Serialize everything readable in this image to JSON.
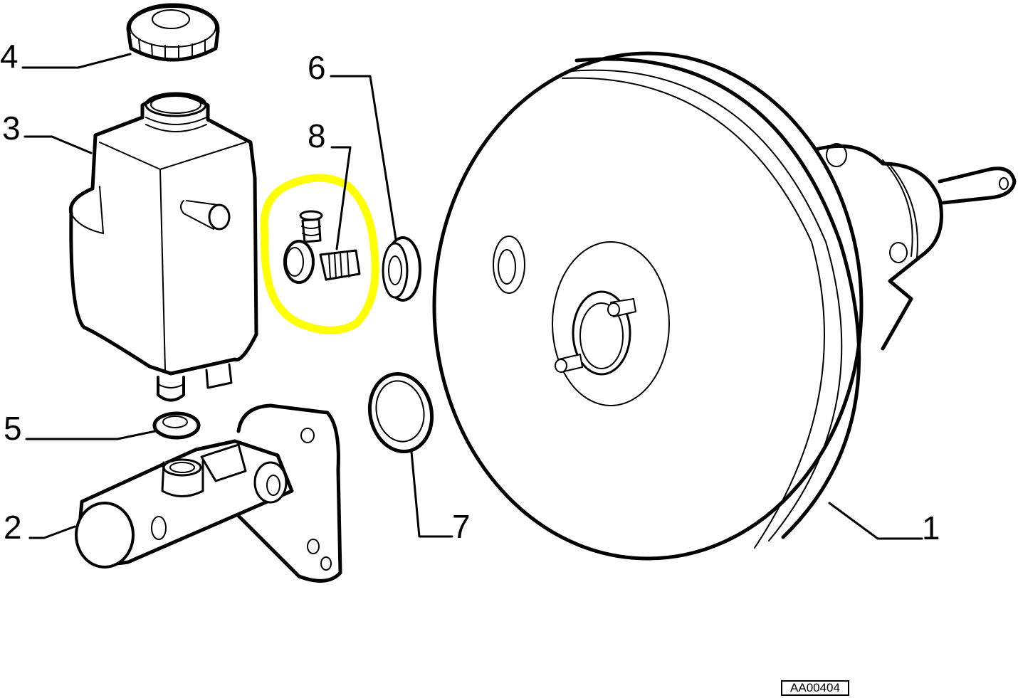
{
  "diagram": {
    "title": "Brake master cylinder and servo booster exploded view",
    "reference_code": "AA00404",
    "highlight": {
      "part": "8",
      "color": "#ffff00",
      "shape": "hand-drawn circle"
    },
    "line_color": "#000000",
    "background": "#ffffff",
    "callouts": [
      {
        "number": "1",
        "part": "brake servo booster"
      },
      {
        "number": "2",
        "part": "master cylinder"
      },
      {
        "number": "3",
        "part": "fluid reservoir"
      },
      {
        "number": "4",
        "part": "reservoir cap"
      },
      {
        "number": "5",
        "part": "reservoir seal ring"
      },
      {
        "number": "6",
        "part": "grommet"
      },
      {
        "number": "7",
        "part": "seal ring"
      },
      {
        "number": "8",
        "part": "vacuum hose union fitting"
      }
    ]
  }
}
